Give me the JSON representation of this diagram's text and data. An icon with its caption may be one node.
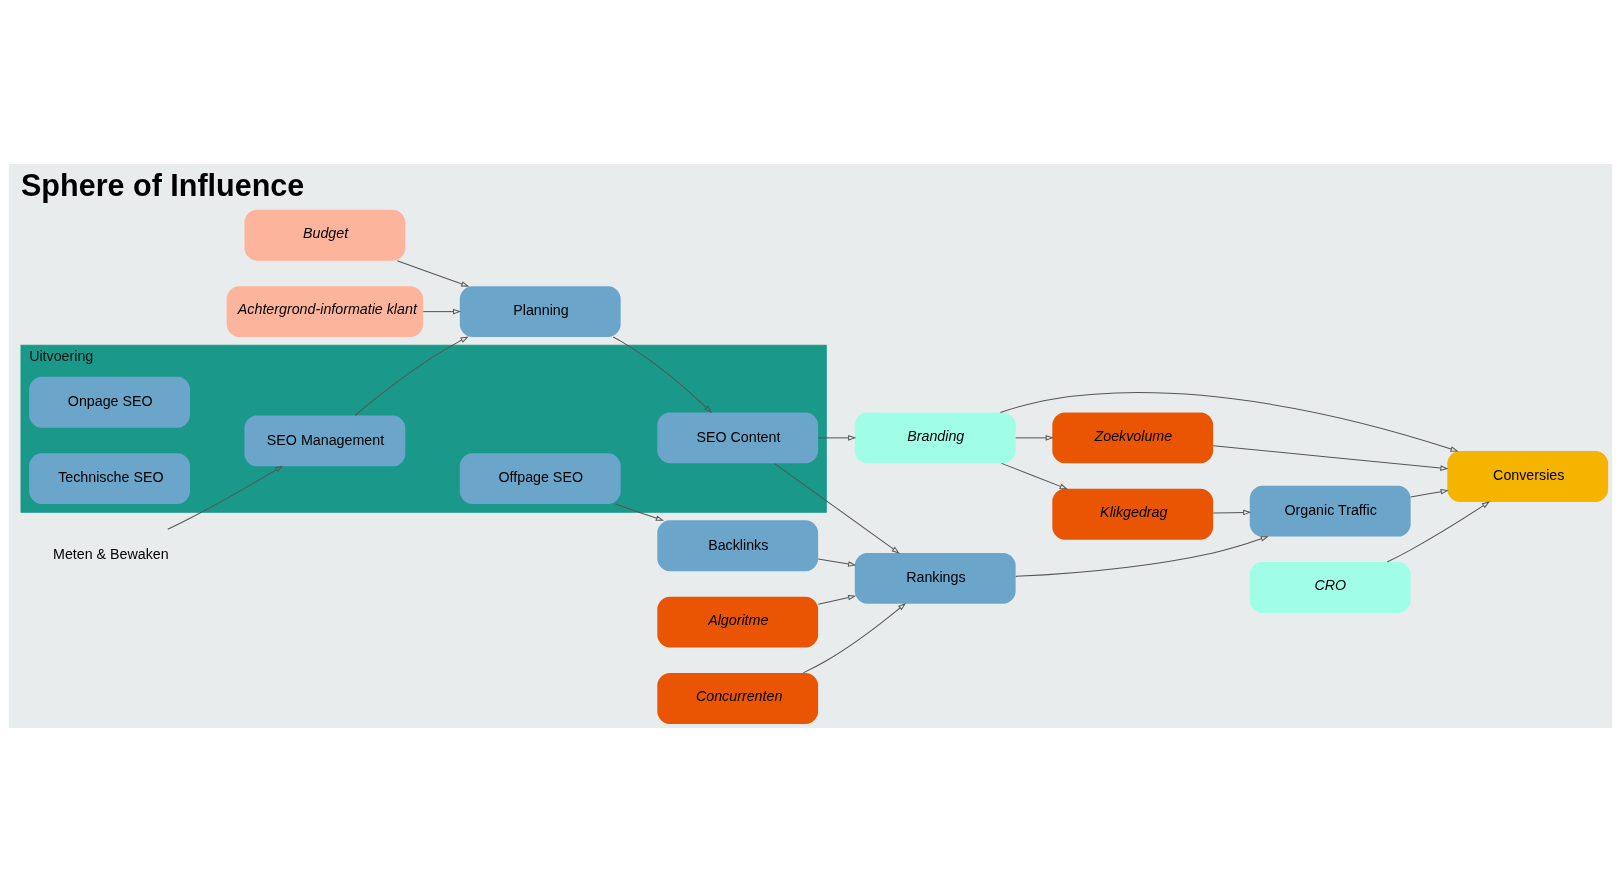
{
  "diagram": {
    "title": "Sphere of Influence",
    "nodes": [
      {
        "text": [
          "Budget"
        ]
      },
      {
        "text": [
          "Achtergrond-informatie klant"
        ]
      },
      {
        "text": [
          "Planning"
        ]
      },
      {
        "text": [
          "Uitvoering"
        ]
      },
      {
        "text": [
          "SEO Content"
        ],
        "in": 3
      },
      {
        "text": [
          "Onpage SEO"
        ],
        "in": 3
      },
      {
        "text": [
          "Offpage SEO"
        ],
        "in": 3
      },
      {
        "text": [
          "Technische SEO"
        ],
        "in": 3
      },
      {
        "text": [
          "SEO Management"
        ],
        "in": 3
      },
      {
        "text": [
          "Branding"
        ]
      },
      {
        "text": [
          "Algoritme"
        ]
      },
      {
        "text": [
          "Concurrenten"
        ]
      },
      {
        "text": [
          "Klikgedrag"
        ]
      },
      {
        "text": [
          "Zoekvolume"
        ]
      },
      {
        "text": [
          "Rankings"
        ]
      },
      {
        "text": [
          "Organic Traffic"
        ]
      },
      {
        "text": [
          "Conversies"
        ]
      },
      {
        "text": [
          "CRO"
        ]
      },
      {
        "text": [
          "Backlinks"
        ]
      },
      {
        "text": [
          "Meten & Bewaken"
        ]
      }
    ],
    "edges": [
      {
        "from": 0,
        "to": 2,
        "arrow": "to"
      },
      {
        "from": 1,
        "to": 2,
        "arrow": "to"
      },
      {
        "from": 2,
        "to": 4,
        "arrow": "to"
      },
      {
        "from": 4,
        "to": 14,
        "arrow": "to"
      },
      {
        "from": 14,
        "to": 15,
        "arrow": "to"
      },
      {
        "from": 15,
        "to": 16,
        "arrow": "to"
      },
      {
        "from": 4,
        "to": 9,
        "arrow": "to"
      },
      {
        "from": 9,
        "to": 12,
        "arrow": "to"
      },
      {
        "from": 9,
        "to": 13,
        "arrow": "to"
      },
      {
        "from": 9,
        "to": 16,
        "arrow": "to"
      },
      {
        "from": 10,
        "to": 14,
        "arrow": "to"
      },
      {
        "from": 11,
        "to": 14,
        "arrow": "to"
      },
      {
        "from": 12,
        "to": 15,
        "arrow": "to"
      },
      {
        "from": 13,
        "to": 16,
        "arrow": "to"
      },
      {
        "from": 17,
        "to": 16,
        "arrow": "to"
      },
      {
        "from": 6,
        "to": 18,
        "arrow": "to"
      },
      {
        "from": 18,
        "to": 14,
        "arrow": "to"
      },
      {
        "from": 8,
        "to": 2,
        "arrow": "to"
      },
      {
        "from": 19,
        "to": 8,
        "arrow": "to"
      }
    ]
  }
}
